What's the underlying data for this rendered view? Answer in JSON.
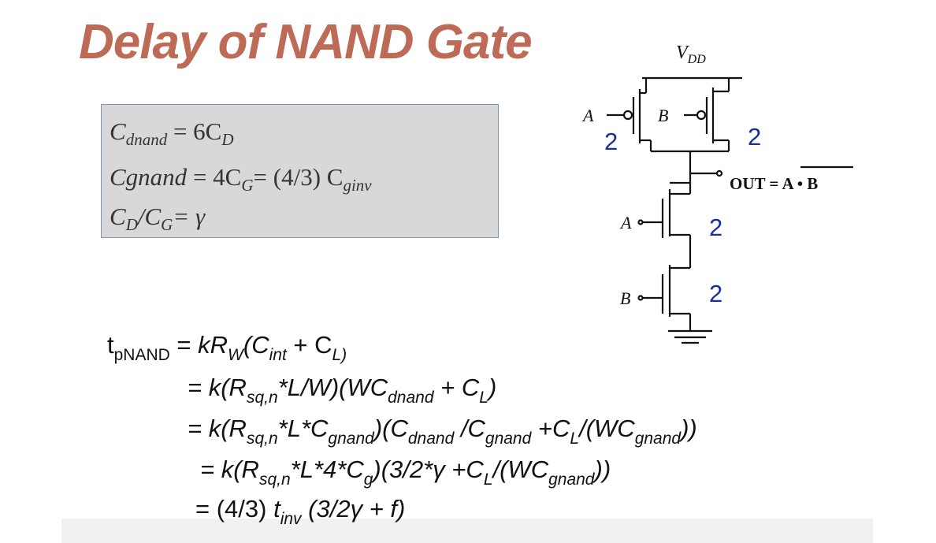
{
  "slide": {
    "title": "Delay of NAND Gate"
  },
  "definitions": {
    "line1": {
      "C": "C",
      "sub1": "dnand",
      "eq": " = 6C",
      "sub2": "D"
    },
    "line2": {
      "C": "Cgnand",
      "eq": " = 4C",
      "sub1": "G",
      "eq2": "= (4/3) C",
      "sub2": "ginv"
    },
    "line3": {
      "C": "C",
      "sub1": "D",
      "mid": "/C",
      "sub2": "G",
      "eq": "= γ"
    }
  },
  "circuit": {
    "vdd": "V",
    "vdd_sub": "DD",
    "pmos_a_label": "A",
    "pmos_b_label": "B",
    "nmos_a_label": "A",
    "nmos_b_label": "B",
    "out_label": "OUT = ",
    "out_expr": "A • B",
    "sizes": [
      "2",
      "2",
      "2",
      "2"
    ],
    "size_color": "#1b2d9a"
  },
  "equations": {
    "l1": {
      "t": "t",
      "t_sub": "pNAND",
      "rhs1": " = ",
      "rhs2": "kR",
      "rhs_sub": "W",
      "rhs3": "(C",
      "int": "int",
      "rhs4": " + C",
      "L": "L)"
    },
    "l2": {
      "a": "= k(R",
      "s1": "sq,n",
      "b": "*L/W)(WC",
      "s2": "dnand",
      "c": " + C",
      "s3": "L",
      "d": ")"
    },
    "l3": {
      "a": "= k(R",
      "s1": "sq,n",
      "b": "*L*C",
      "s2": "gnand",
      "c": ")(C",
      "s3": "dnand",
      "d": " /C",
      "s4": "gnand",
      "e": " +C",
      "s5": "L",
      "f": "/(WC",
      "s6": "gnand",
      "g": "))"
    },
    "l4": {
      "a": "= k(R",
      "s1": "sq,n",
      "b": "*L*4*C",
      "s2": "g",
      "c": ")(3/2*γ +C",
      "s3": "L",
      "d": "/(WC",
      "s4": "gnand",
      "e": "))"
    },
    "l5": {
      "a": "= (4/3) ",
      "t": "t",
      "s1": "inv",
      "b": " (3/2γ + f)"
    }
  }
}
